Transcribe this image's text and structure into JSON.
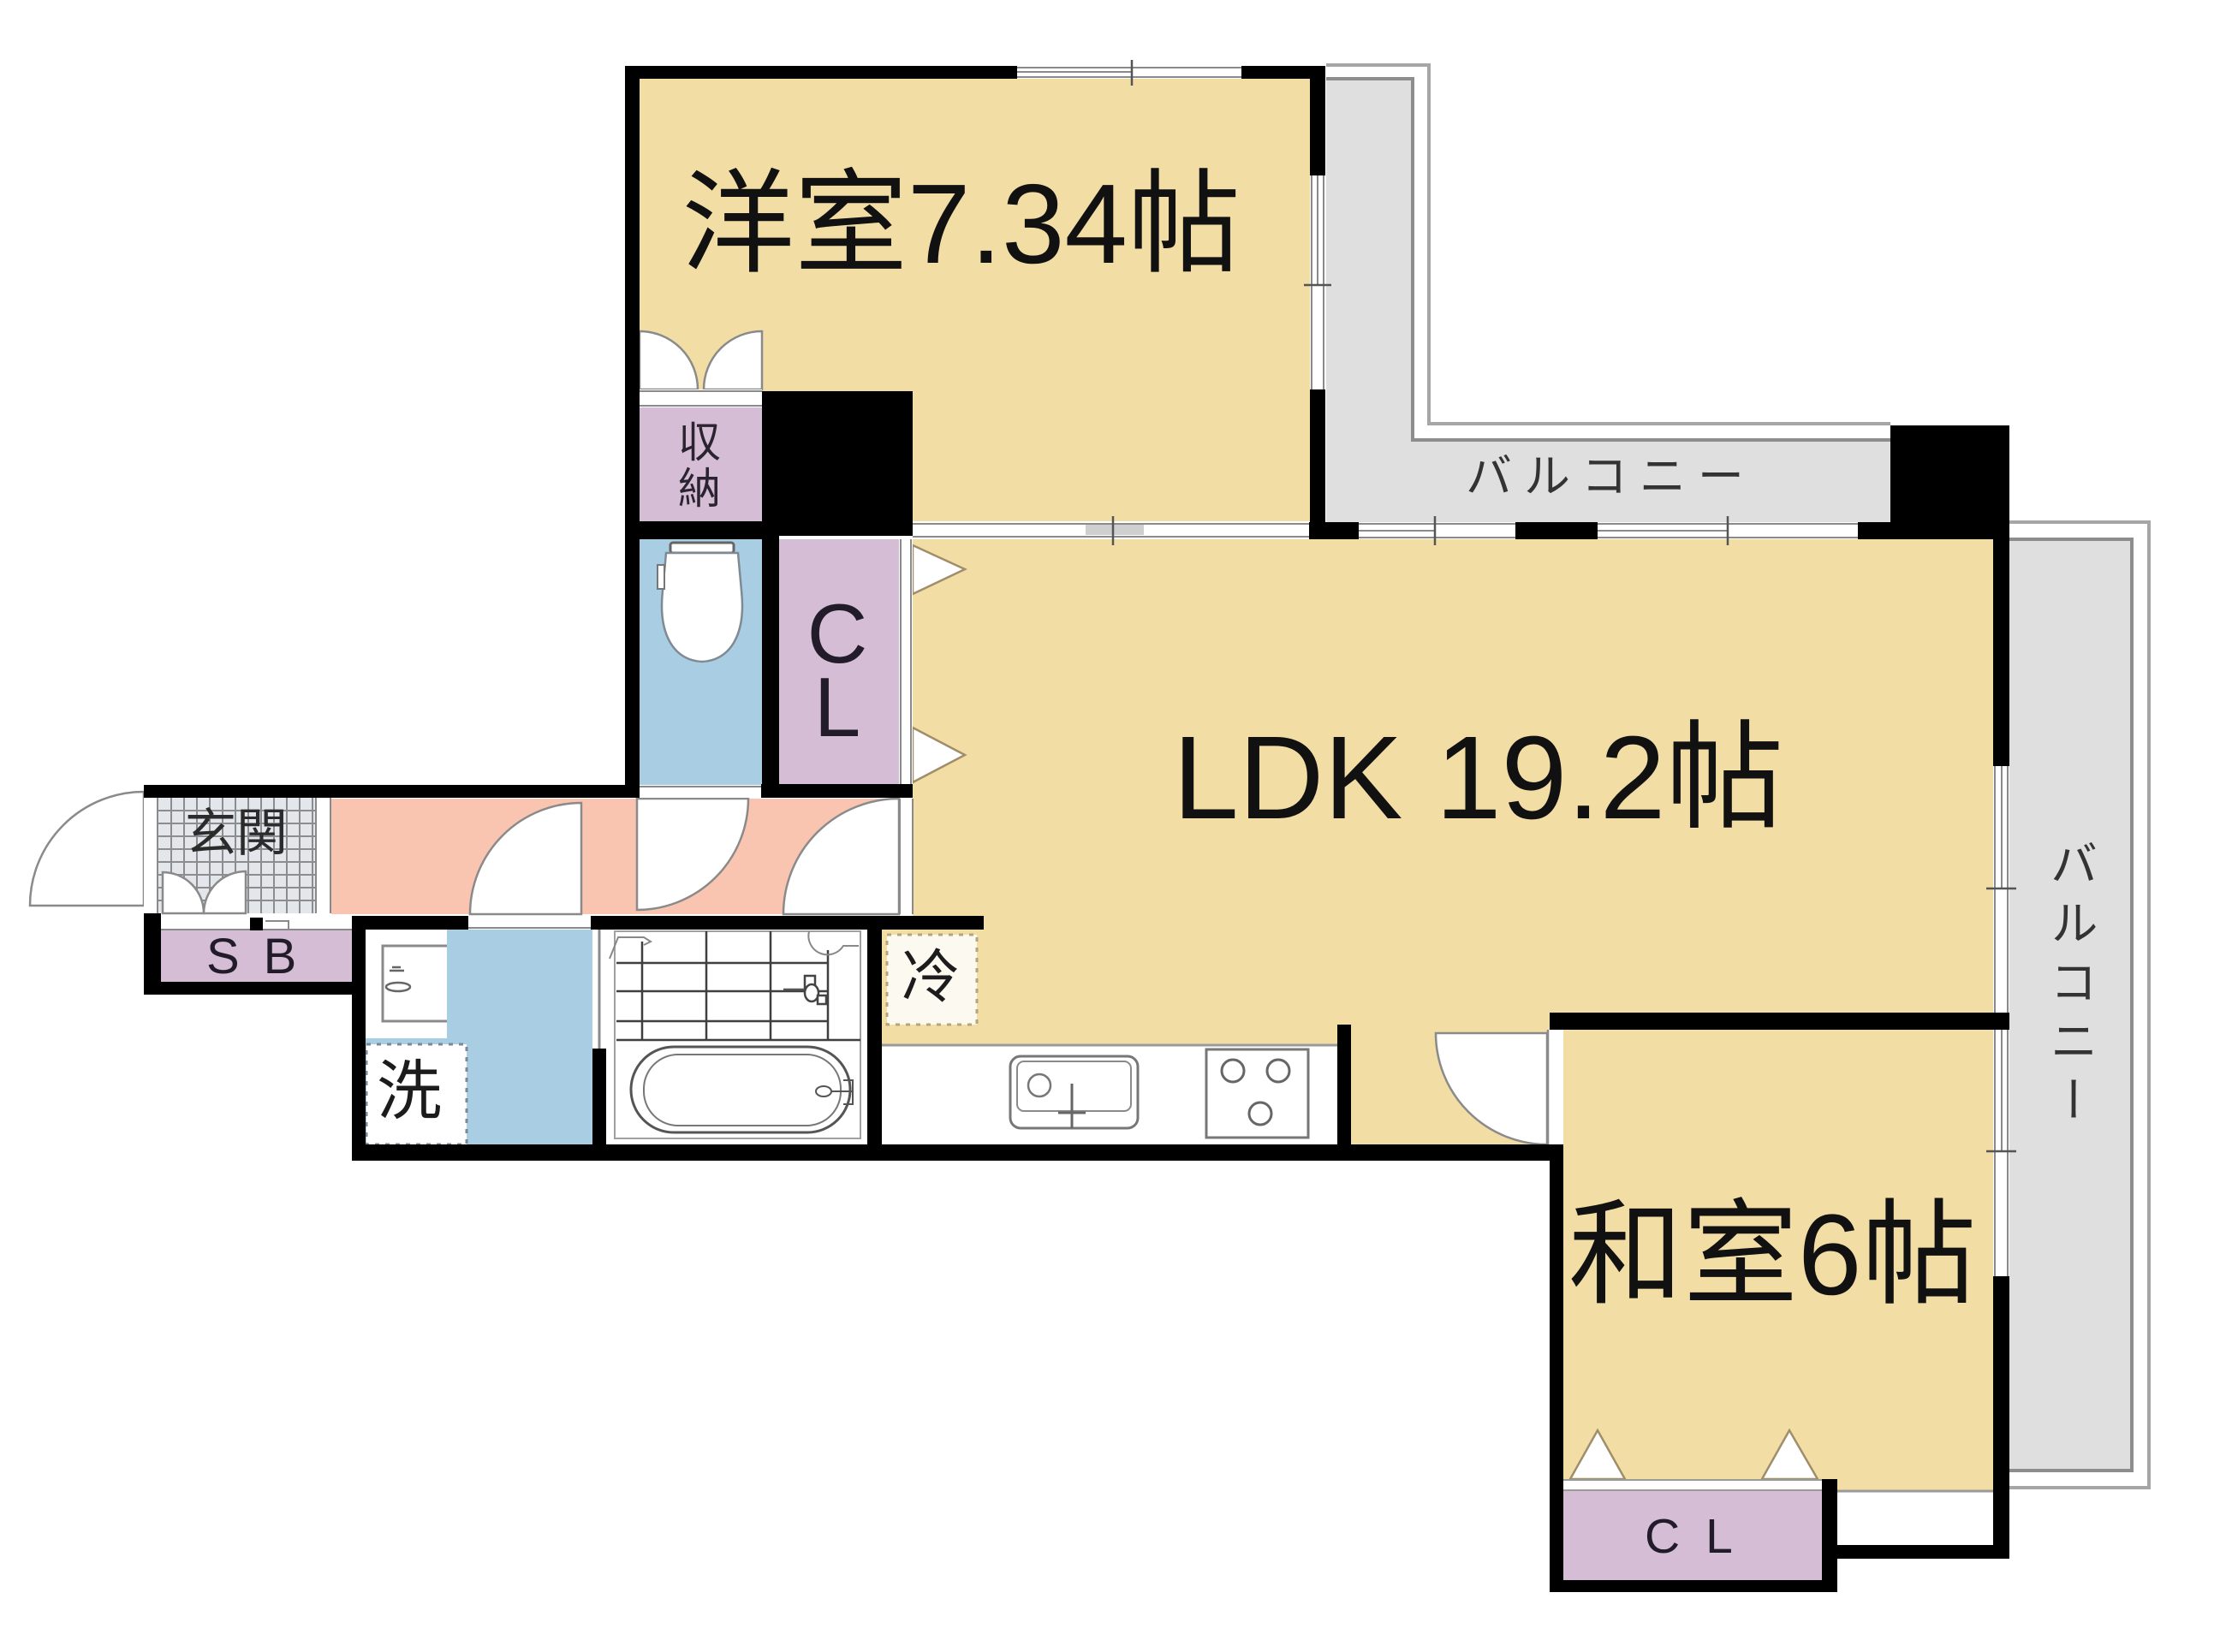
{
  "floor_plan": {
    "rooms": {
      "western_room": {
        "label": "洋室7.34帖"
      },
      "ldk": {
        "label": "LDK 19.2帖"
      },
      "japanese_room": {
        "label": "和室6帖"
      }
    },
    "balconies": {
      "top": {
        "label": "バルコニー"
      },
      "right": {
        "label": "バルコニー"
      }
    },
    "storage": {
      "western_storage": {
        "label": "収納"
      },
      "ldk_closet": {
        "label": "CL"
      },
      "japanese_closet": {
        "label": "CL"
      },
      "shoe_box": {
        "label": "SB"
      }
    },
    "areas": {
      "entrance": {
        "label": "玄関"
      },
      "laundry_space": {
        "label": "洗"
      },
      "fridge_space": {
        "label": "冷"
      }
    },
    "fixtures": [
      "toilet-icon",
      "washbasin-icon",
      "bathtub-icon",
      "shower-icon",
      "kitchen-sink-icon",
      "stove-icon"
    ]
  },
  "colors": {
    "wall": "#000000",
    "room_floor": "#F2DDA5",
    "closet": "#D5BDD6",
    "wet_area": "#A9CDE2",
    "hallway": "#F9C5B1",
    "balcony": "#DFDFDF",
    "entrance_tile": "#E3E6EB"
  }
}
